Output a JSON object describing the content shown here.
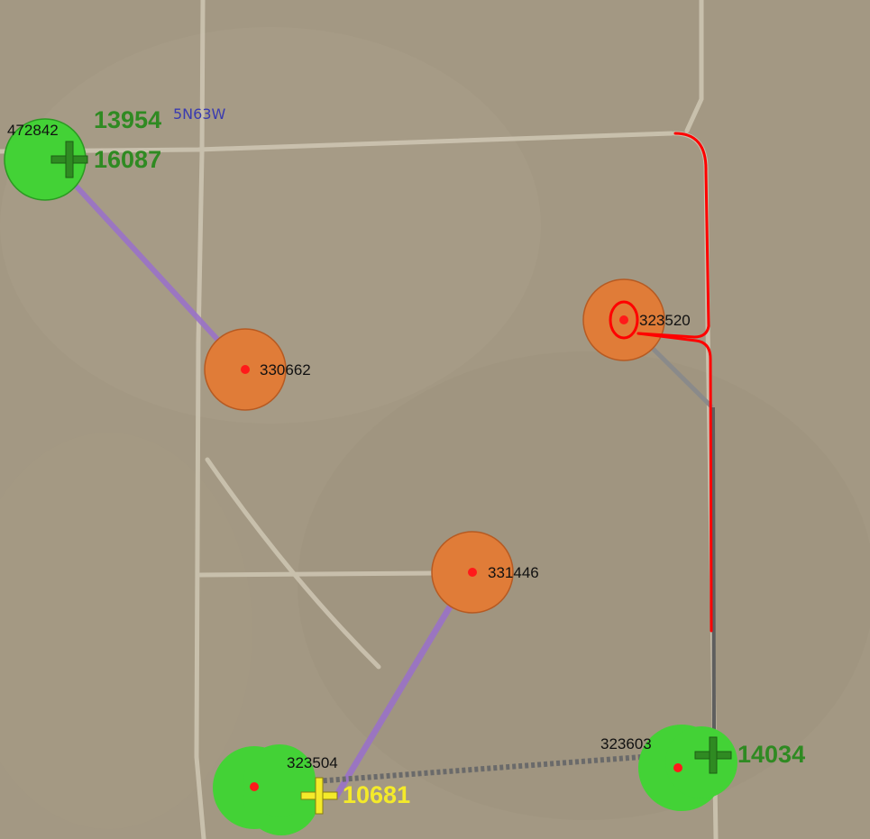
{
  "map": {
    "township_label": "5N63W",
    "wells": [
      {
        "id": "472842",
        "kind": "green"
      },
      {
        "id": "330662",
        "kind": "orange"
      },
      {
        "id": "323520",
        "kind": "orange"
      },
      {
        "id": "331446",
        "kind": "orange"
      },
      {
        "id": "323504",
        "kind": "green"
      },
      {
        "id": "323603",
        "kind": "green"
      }
    ],
    "facility_numbers": [
      {
        "value": "13954",
        "color": "#2f8a22"
      },
      {
        "value": "16087",
        "color": "#2f8a22"
      },
      {
        "value": "14034",
        "color": "#2f8a22"
      },
      {
        "value": "10681",
        "color": "#f4ea2a"
      }
    ],
    "colors": {
      "terrain": "#a39883",
      "road": "#cfc7b4",
      "green_buffer": "#43d236",
      "orange_buffer": "#e07c38",
      "purple_line": "#9a72c8",
      "gray_line": "#7a7a7a",
      "annotation": "#ff0000"
    }
  }
}
